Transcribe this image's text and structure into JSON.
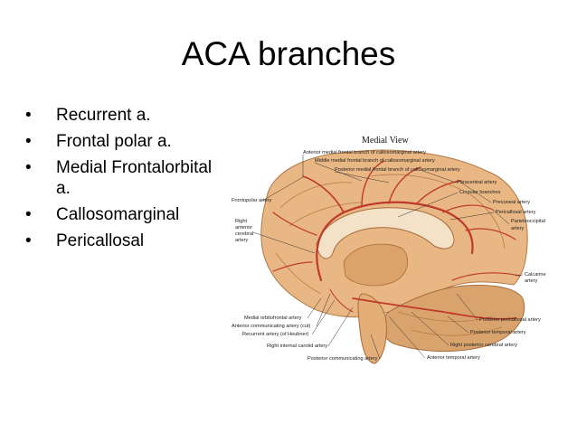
{
  "slide": {
    "title": "ACA branches",
    "bullets": [
      {
        "marker": "•",
        "text": "Recurrent a."
      },
      {
        "marker": "•",
        "text": "Frontal polar a."
      },
      {
        "marker": "•",
        "text": "Medial Frontalorbital a."
      },
      {
        "marker": "•",
        "text": "Callosomarginal"
      },
      {
        "marker": "•",
        "text": "Pericallosal"
      }
    ]
  },
  "figure": {
    "title": "Medial View",
    "labels": {
      "anterior_medial_frontal": "Anterior medial frontal branch of callosomarginal artery",
      "middle_medial_frontal": "Middle medial frontal branch of callosomarginal artery",
      "posterior_medial_frontal": "Posterior medial frontal branch of callosomarginal artery",
      "paracentral": "Paracentral artery",
      "cingular": "Cingular branches",
      "precuneal": "Precuneal artery",
      "pericallosal": "Pericallosal artery",
      "parietooccipital_1": "Parietooccipital",
      "parietooccipital_2": "artery",
      "frontopolar": "Frontopolar artery",
      "right_acer_1": "Right",
      "right_acer_2": "anterior",
      "right_acer_3": "cerebral",
      "right_acer_4": "artery",
      "calcarine_1": "Calcarine",
      "calcarine_2": "artery",
      "medial_orbitofrontal": "Medial orbitofrontal artery",
      "anterior_communicating": "Anterior communicating artery (cut)",
      "recurrent": "Recurrent artery (of Heubner)",
      "right_internal_carotid": "Right internal carotid artery",
      "posterior_communicating": "Posterior communicating artery",
      "posterior_pericallosal": "Posterior pericallosal artery",
      "posterior_temporal": "Posterior temporal artery",
      "right_posterior_cerebral": "Right posterior cerebral artery",
      "anterior_temporal": "Anterior temporal artery"
    }
  },
  "colors": {
    "brain": "#e8b784",
    "brain_dark": "#c98e58",
    "vessel": "#c0392b"
  }
}
